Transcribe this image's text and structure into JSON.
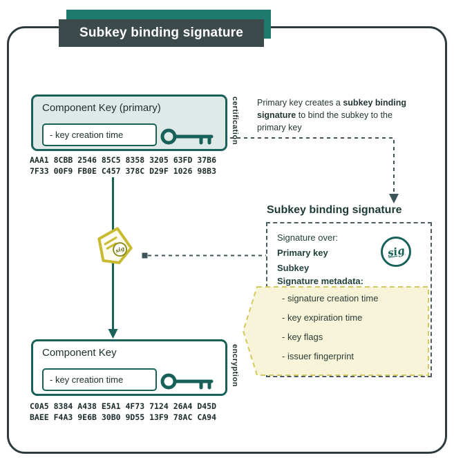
{
  "title": "Subkey binding signature",
  "colors": {
    "teal": "#176159",
    "frame": "#2d3b3e",
    "title-bg": "#3d4a4c",
    "accent": "#1e7a6f",
    "key-fill": "#dfe9e8",
    "yellow-fill": "#f8f4da",
    "yellow-stroke": "#d5c85c",
    "badge": "#c8ba31"
  },
  "primary_key": {
    "title": "Component Key (primary)",
    "attribute": "- key creation time",
    "side_label": "certification",
    "fingerprint": [
      "AAA1 8CBB 2546 85C5 8358 3205 63FD 37B6",
      "7F33 00F9 FB0E C457 378C D29F 1026 98B3"
    ]
  },
  "subkey": {
    "title": "Component Key",
    "attribute": "- key creation time",
    "side_label": "encryption",
    "fingerprint": [
      "C0A5 8384 A438 E5A1 4F73 7124 26A4 D45D",
      "BAEE F4A3 9E6B 30B0 9D55 13F9 78AC CA94"
    ]
  },
  "annotation": {
    "pre": "Primary key creates a ",
    "bold": "subkey binding signature",
    "post": " to bind the subkey to the primary key"
  },
  "badge": {
    "stamp_text": "sig"
  },
  "signature_panel": {
    "heading": "Subkey binding signature",
    "over_label": "Signature over:",
    "over_items": [
      "Primary key",
      "Subkey"
    ],
    "metadata_label": "Signature metadata:",
    "metadata_items": [
      "- signature creation time",
      "- key expiration time",
      "- key flags",
      "- issuer fingerprint"
    ],
    "stamp_text": "sig"
  }
}
